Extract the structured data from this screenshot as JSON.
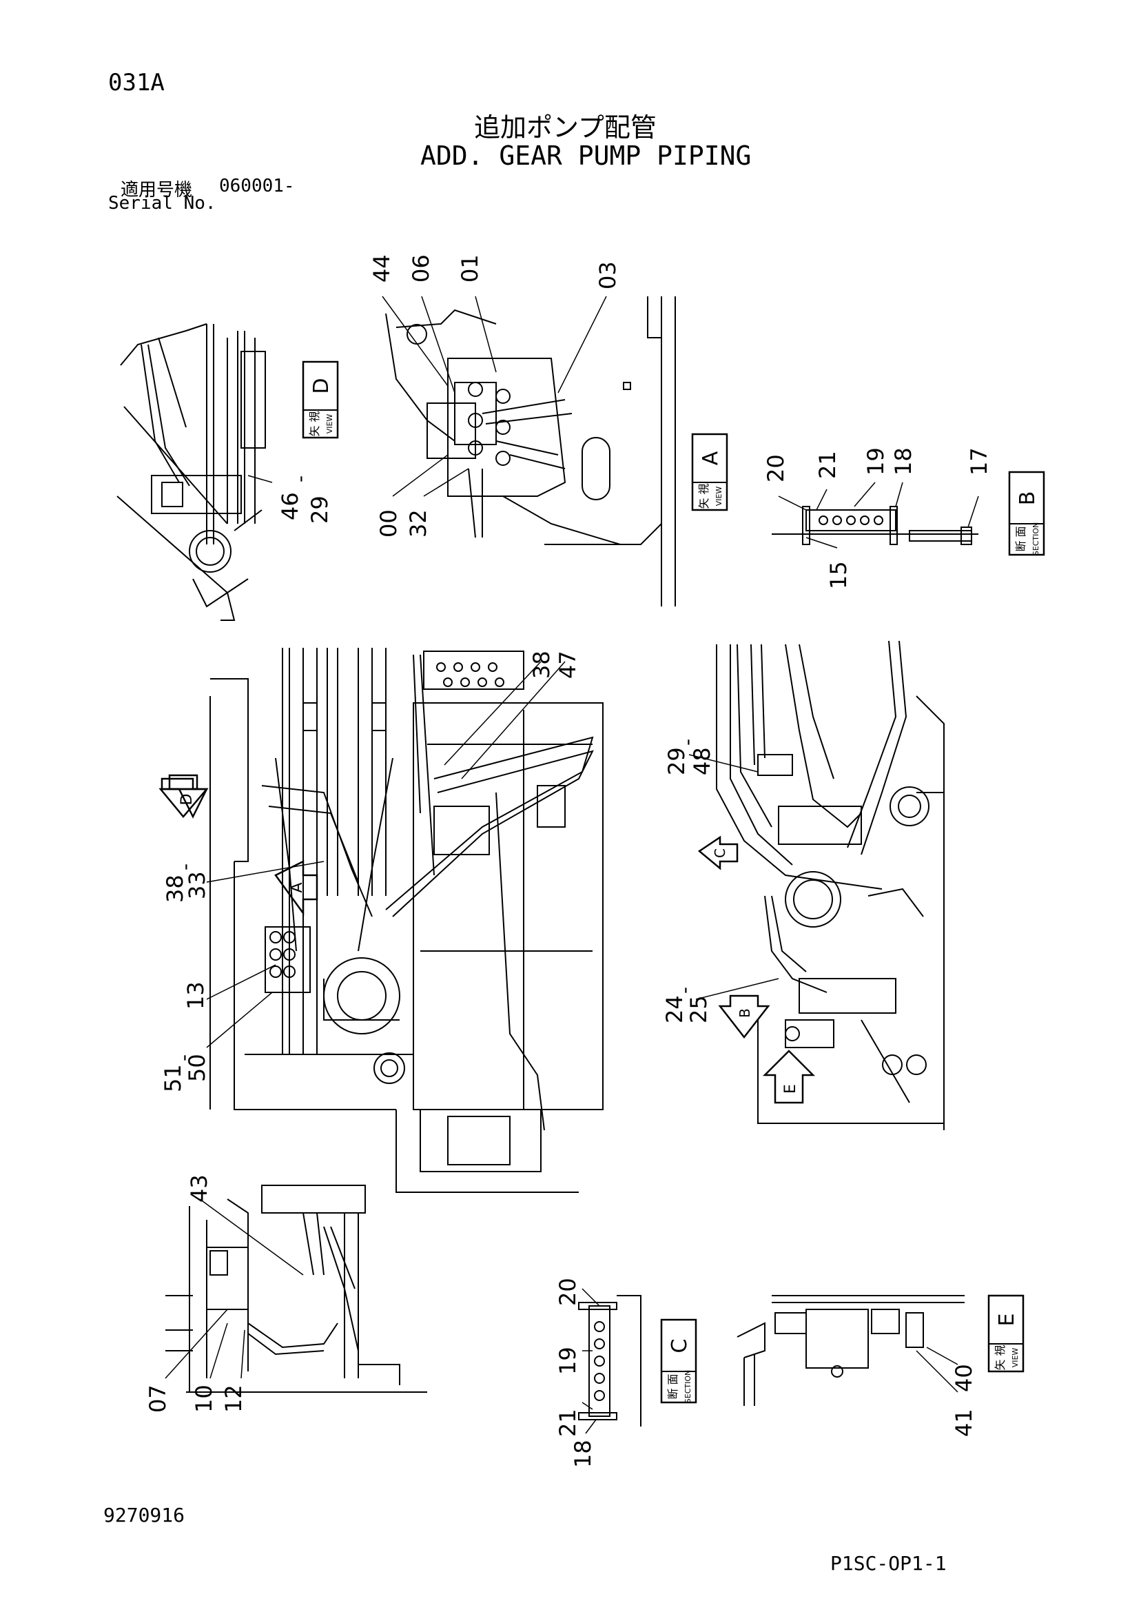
{
  "header": {
    "code": "031A",
    "title_jp": "追加ポンプ配管",
    "title_en": "ADD. GEAR PUMP PIPING",
    "serial_label_jp": "適用号機",
    "serial_value": "060001-",
    "serial_label_en": "Serial No."
  },
  "footer": {
    "doc_number": "9270916",
    "sheet_code": "P1SC-OP1-1"
  },
  "views": {
    "a": {
      "jp": "矢 視",
      "en": "VIEW",
      "letter": "A"
    },
    "b": {
      "jp": "断 面",
      "en": "SECTION",
      "letter": "B"
    },
    "c": {
      "jp": "断 面",
      "en": "SECTION",
      "letter": "C"
    },
    "d": {
      "jp": "矢 視",
      "en": "VIEW",
      "letter": "D"
    },
    "e": {
      "jp": "矢 視",
      "en": "VIEW",
      "letter": "E"
    }
  },
  "arrows": {
    "a": "A",
    "c": "C",
    "d": "D",
    "e": "E",
    "b": "B"
  },
  "callouts": {
    "c44": "44",
    "c06": "06",
    "c01": "01",
    "c03": "03",
    "c00": "00",
    "c32": "32",
    "c46": "46",
    "c29a": "29",
    "dash_46": "-",
    "c20a": "20",
    "c21a": "21",
    "c19a": "19",
    "c18a": "18",
    "c17": "17",
    "c15": "15",
    "c38a": "38",
    "c47": "47",
    "c38b": "38",
    "c33": "33",
    "dash_38": "-",
    "c13": "13",
    "c51": "51",
    "c50": "50",
    "dash_51": "-",
    "c29b": "29",
    "c48": "48",
    "dash_29": "-",
    "c24": "24",
    "c25": "25",
    "dash_24": "-",
    "c43": "43",
    "c07": "07",
    "c10": "10",
    "c12": "12",
    "c20b": "20",
    "c19b": "19",
    "c21b": "21",
    "c18b": "18",
    "c40": "40",
    "c41": "41"
  }
}
